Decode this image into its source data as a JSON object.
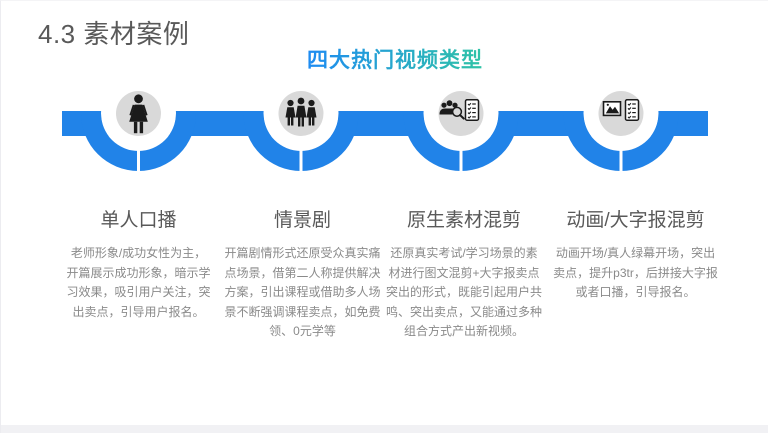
{
  "slide": {
    "title": "4.3 素材案例",
    "subtitle": "四大热门视频类型",
    "colors": {
      "ribbon_blue": "#2183E8",
      "node_circle_gray": "#D9D9D9",
      "subtitle_gradient_start": "#1E8BF2",
      "subtitle_gradient_end": "#2FC3A6",
      "heading_gray": "#595959",
      "body_gray": "#8A8A8A"
    },
    "items": [
      {
        "icon": "presenter-woman-icon",
        "title": "单人口播",
        "desc": "老师形象/成功女性为主，开篇展示成功形象，暗示学习效果，吸引用户关注，突出卖点，引导用户报名。"
      },
      {
        "icon": "three-people-icon",
        "title": "情景剧",
        "desc": "开篇剧情形式还原受众真实痛点场景，借第二人称提供解决方案，引出课程或借助多人场景不断强调课程卖点，如免费领、0元学等"
      },
      {
        "icon": "audience-analysis-checklist-icon",
        "title": "原生素材混剪",
        "desc": "还原真实考试/学习场景的素材进行图文混剪+大字报卖点突出的形式，既能引起用户共鸣、突出卖点，又能通过多种组合方式产出新视频。"
      },
      {
        "icon": "image-checklist-icon",
        "title": "动画/大字报混剪",
        "desc": "动画开场/真人绿幕开场，突出卖点，提升p3tr，后拼接大字报或者口播，引导报名。"
      }
    ]
  }
}
